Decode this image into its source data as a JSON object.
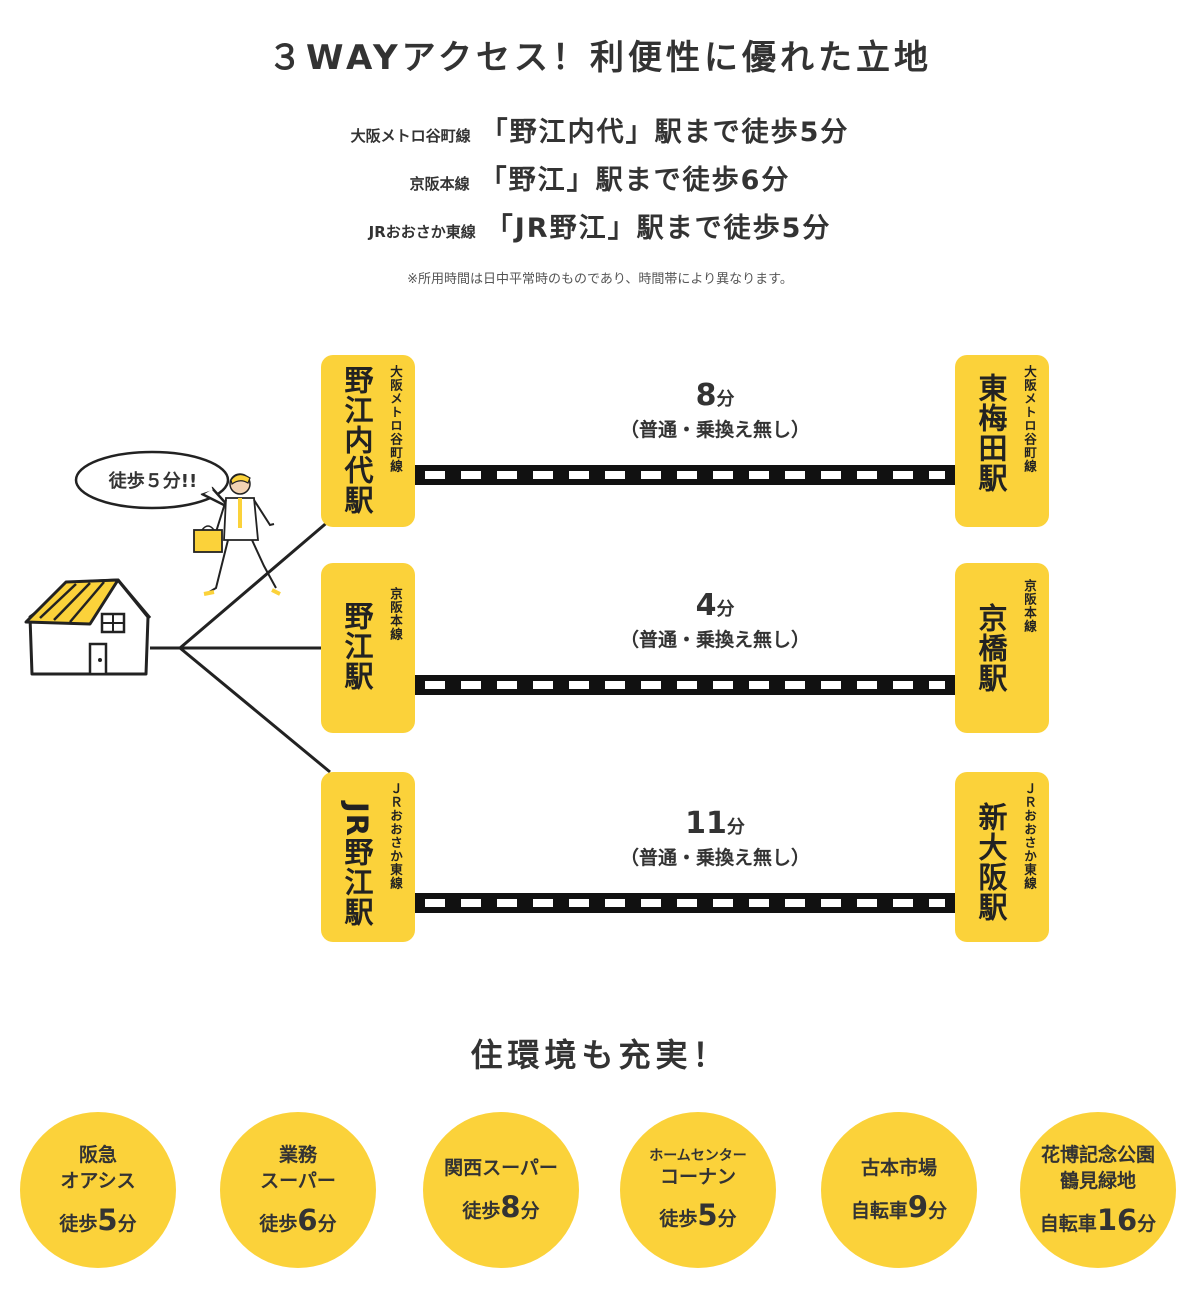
{
  "title": "３WAYアクセス！利便性に優れた立地",
  "access": [
    {
      "line": "大阪メトロ谷町線",
      "dest": "「野江内代」駅まで徒歩5分"
    },
    {
      "line": "京阪本線",
      "dest": "「野江」駅まで徒歩6分"
    },
    {
      "line": "JRおおさか東線",
      "dest": "「JR野江」駅まで徒歩5分"
    }
  ],
  "note": "※所用時間は日中平常時のものであり、時間帯により異なります。",
  "bubble": "徒歩５分!!",
  "routes": [
    {
      "from_name": "野江内代駅",
      "from_line": "大阪メトロ谷町線",
      "to_name": "東梅田駅",
      "to_line": "大阪メトロ谷町線",
      "minutes": "8",
      "unit": "分",
      "detail": "（普通・乗換え無し）"
    },
    {
      "from_name": "野江駅",
      "from_line": "京阪本線",
      "to_name": "京橋駅",
      "to_line": "京阪本線",
      "minutes": "4",
      "unit": "分",
      "detail": "（普通・乗換え無し）"
    },
    {
      "from_name": "JR野江駅",
      "from_line": "ＪＲおおさか東線",
      "to_name": "新大阪駅",
      "to_line": "ＪＲおおさか東線",
      "minutes": "11",
      "unit": "分",
      "detail": "（普通・乗換え無し）"
    }
  ],
  "living_title": "住環境も充実！",
  "facilities": [
    {
      "name": "阪急\nオアシス",
      "mode": "徒歩",
      "minutes": "5",
      "unit": "分"
    },
    {
      "name": "業務\nスーパー",
      "mode": "徒歩",
      "minutes": "6",
      "unit": "分"
    },
    {
      "name": "関西スーパー",
      "mode": "徒歩",
      "minutes": "8",
      "unit": "分"
    },
    {
      "name": "ホームセンター",
      "name2": "コーナン",
      "mode": "徒歩",
      "minutes": "5",
      "unit": "分"
    },
    {
      "name": "古本市場",
      "mode": "自転車",
      "minutes": "9",
      "unit": "分"
    },
    {
      "name": "花博記念公園\n鶴見緑地",
      "mode": "自転車",
      "minutes": "16",
      "unit": "分"
    }
  ],
  "colors": {
    "accent": "#fbd23a",
    "rail": "#111111",
    "text": "#333333"
  }
}
